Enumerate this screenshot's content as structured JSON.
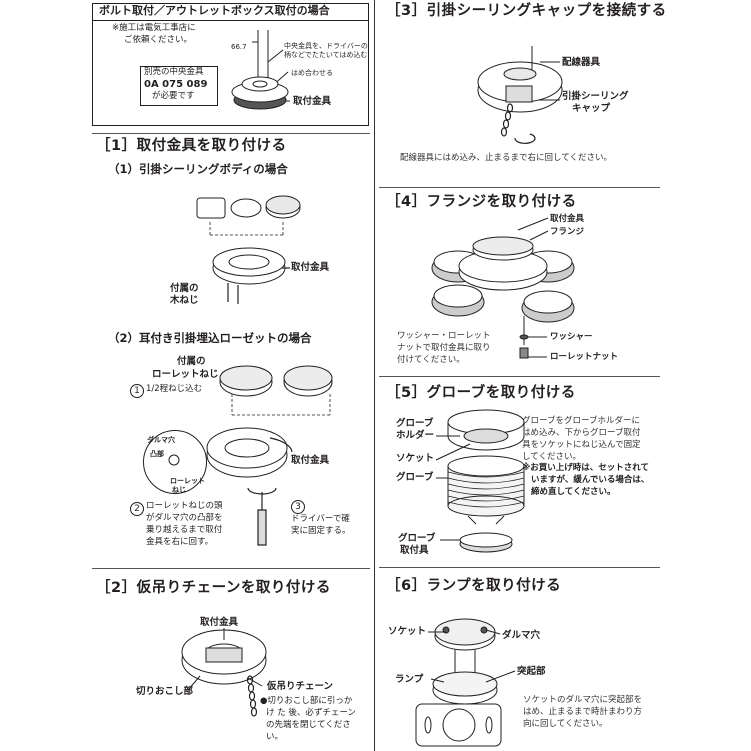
{
  "colors": {
    "ink": "#231f20",
    "panel_line": "#555555",
    "fill_gray": "#d9d9d9"
  },
  "box": {
    "title": "ボルト取付／アウトレットボックス取付の場合",
    "note_line1": "※施工は電気工事店に",
    "note_line2": "ご依頼ください。",
    "dim": "66.7",
    "callout_line1": "中央金具を、ドライバーの",
    "callout_line2": "柄などでたたいてはめ込む",
    "fit_label": "はめ合わせる",
    "part_line1": "別売の中央金具",
    "part_line2": "0A 075 089",
    "part_line3": "が必要です",
    "mount_label": "取付金具"
  },
  "s1": {
    "title": "［1］取付金具を取り付ける",
    "sub1": "（1）引掛シーリングボディの場合",
    "mount_label": "取付金具",
    "screw_label1": "付属の",
    "screw_label2": "木ねじ",
    "sub2": "（2）耳付き引掛埋込ローゼットの場合",
    "knurl_label1": "付属の",
    "knurl_label2": "ローレットねじ",
    "step1_num": "1",
    "step1_text": "1/2程ねじ込む",
    "hole_label": "ダルマ穴",
    "boss_label": "凸部",
    "knurl_small1": "ローレット",
    "knurl_small2": "ねじ",
    "mount_label2": "取付金具",
    "step2_num": "2",
    "step2_l1": "ローレットねじの頭",
    "step2_l2": "がダルマ穴の凸部を",
    "step2_l3": "乗り越えるまで取付",
    "step2_l4": "金具を右に回す。",
    "step3_num": "3",
    "step3_l1": "ドライバーで確",
    "step3_l2": "実に固定する。"
  },
  "s2": {
    "title": "［2］仮吊りチェーンを取り付ける",
    "mount_label": "取付金具",
    "cut_label": "切りおこし部",
    "chain_label": "仮吊りチェーン",
    "note_l1": "●切りおこし部に引っか",
    "note_l2": "け た 後、必ずチェーン",
    "note_l3": "の先端を閉じてくださ",
    "note_l4": "い。"
  },
  "s3": {
    "title": "［3］引掛シーリングキャップを接続する",
    "wiring_label": "配線器具",
    "cap_label1": "引掛シーリング",
    "cap_label2": "キャップ",
    "caption": "配線器具にはめ込み、止まるまで右に回してください。"
  },
  "s4": {
    "title": "［4］フランジを取り付ける",
    "mount_label": "取付金具",
    "flange_label": "フランジ",
    "note_l1": "ワッシャー・ローレット",
    "note_l2": "ナットで取付金具に取り",
    "note_l3": "付けてください。",
    "washer_label": "ワッシャー",
    "nut_label": "ローレットナット"
  },
  "s5": {
    "title": "［5］グローブを取り付ける",
    "holder_label1": "グローブ",
    "holder_label2": "ホルダー",
    "socket_label": "ソケット",
    "globe_label": "グローブ",
    "fitting_label1": "グローブ",
    "fitting_label2": "取付具",
    "note_l1": "グローブをグローブホルダーに",
    "note_l2": "はめ込み、下からグローブ取付",
    "note_l3": "具をソケットにねじ込んで固定",
    "note_l4": "してください。",
    "warn_l1": "※お買い上げ時は、セットされて",
    "warn_l2": "いますが、緩んでいる場合は、",
    "warn_l3": "締め直してください。"
  },
  "s6": {
    "title": "［6］ランプを取り付ける",
    "socket_label": "ソケット",
    "hole_label": "ダルマ穴",
    "boss_label": "突起部",
    "lamp_label": "ランプ",
    "note_l1": "ソケットのダルマ穴に突起部を",
    "note_l2": "はめ、止まるまで時計まわり方",
    "note_l3": "向に回してください。"
  }
}
